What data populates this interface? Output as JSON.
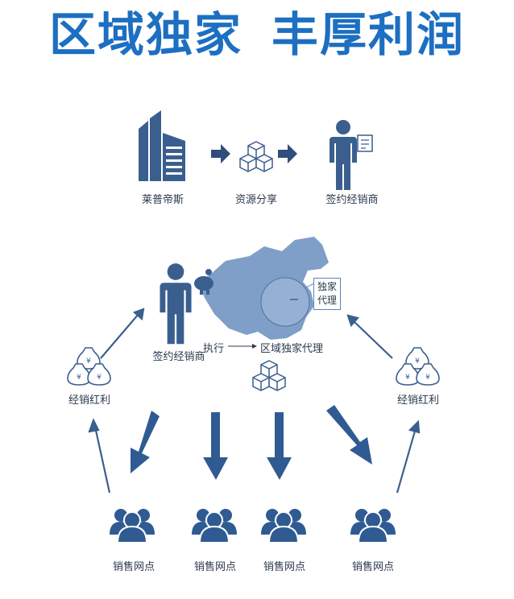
{
  "title": {
    "left": "区域独家",
    "right": "丰厚利润"
  },
  "top_flow": {
    "company": "莱普帝斯",
    "resource": "资源分享",
    "dealer": "签约经销商"
  },
  "center": {
    "dealer": "签约经销商",
    "execute": "执行",
    "exclusive": "区域独家代理",
    "map_tag_line1": "独家",
    "map_tag_line2": "代理"
  },
  "rebate": {
    "left": "经销红利",
    "right": "经销红利"
  },
  "outlets": [
    "销售网点",
    "销售网点",
    "销售网点",
    "销售网点"
  ],
  "colors": {
    "title": "#1c6fc1",
    "icon": "#3a5f8f",
    "map": "#7f9fc8"
  }
}
